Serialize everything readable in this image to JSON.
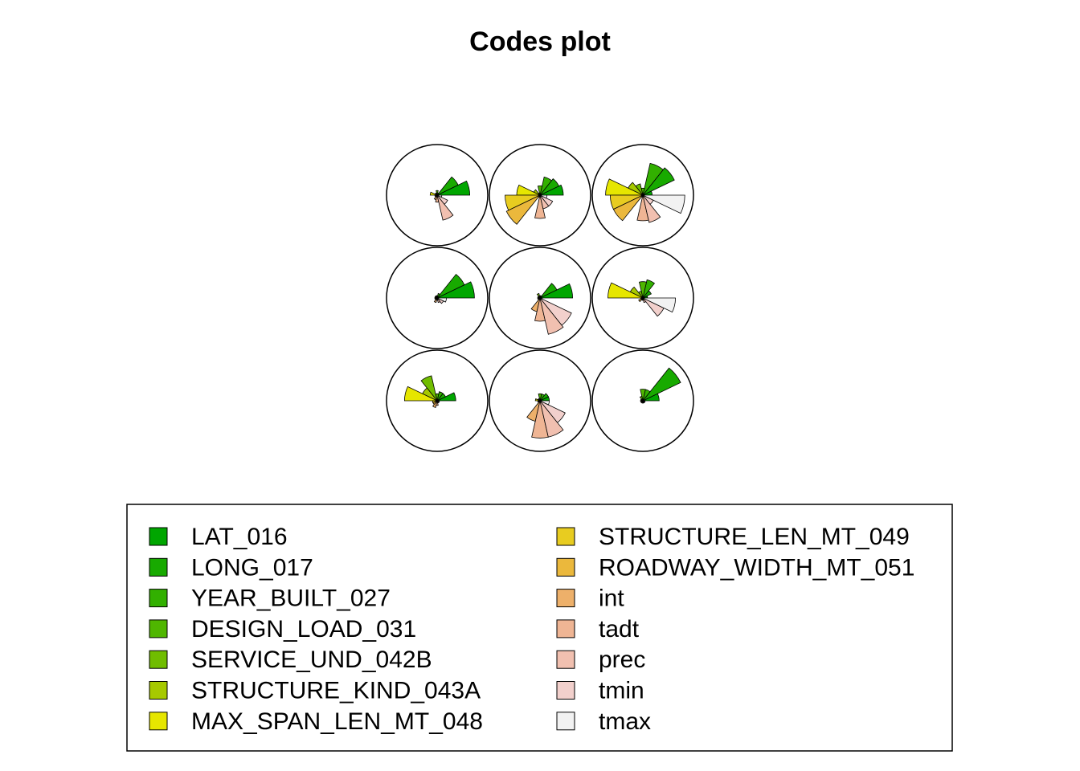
{
  "chart_data": {
    "type": "star-segment",
    "title": "Codes plot",
    "variables": [
      "LAT_016",
      "LONG_017",
      "YEAR_BUILT_027",
      "DESIGN_LOAD_031",
      "SERVICE_UND_042B",
      "STRUCTURE_KIND_043A",
      "MAX_SPAN_LEN_MT_048",
      "STRUCTURE_LEN_MT_049",
      "ROADWAY_WIDTH_MT_051",
      "int",
      "tadt",
      "prec",
      "tmin",
      "tmax"
    ],
    "colors": [
      "#00A600",
      "#18AA00",
      "#32B000",
      "#4FB600",
      "#70BD00",
      "#A6C900",
      "#E6E600",
      "#E8CC20",
      "#EBB83C",
      "#EDB06A",
      "#EFB594",
      "#F1C0B0",
      "#F2D0CC",
      "#F2F2F2"
    ],
    "legend_position": "bottom",
    "grid": false,
    "segment_max": 1.0,
    "segment_start_angle_deg": 0,
    "segment_direction": "counterclockwise",
    "rows": 3,
    "cols": 3,
    "observations": [
      [
        0.7,
        0.5,
        0.05,
        0.1,
        0.05,
        0.05,
        0.15,
        0.05,
        0.05,
        0.1,
        0.15,
        0.55,
        0.25,
        0.1
      ],
      [
        0.5,
        0.45,
        0.4,
        0.2,
        0.05,
        0.15,
        0.5,
        0.75,
        0.8,
        0.05,
        0.5,
        0.3,
        0.3,
        0.15
      ],
      [
        0.2,
        0.75,
        0.7,
        0.15,
        0.25,
        0.35,
        0.8,
        0.7,
        0.7,
        0.05,
        0.55,
        0.6,
        0.25,
        0.9
      ],
      [
        0.8,
        0.65,
        0.1,
        0.05,
        0.05,
        0.05,
        0.05,
        0.05,
        0.05,
        0.1,
        0.05,
        0.1,
        0.15,
        0.2
      ],
      [
        0.7,
        0.4,
        0.05,
        0.05,
        0.1,
        0.05,
        0.05,
        0.05,
        0.05,
        0.3,
        0.5,
        0.8,
        0.75,
        0.05
      ],
      [
        0.1,
        0.2,
        0.4,
        0.35,
        0.15,
        0.3,
        0.75,
        0.05,
        0.1,
        0.05,
        0.05,
        0.1,
        0.5,
        0.7
      ],
      [
        0.4,
        0.2,
        0.2,
        0.15,
        0.55,
        0.35,
        0.7,
        0.1,
        0.1,
        0.15,
        0.1,
        0.05,
        0.05,
        0.05
      ],
      [
        0.2,
        0.2,
        0.15,
        0.15,
        0.05,
        0.05,
        0.1,
        0.05,
        0.05,
        0.45,
        0.8,
        0.8,
        0.6,
        0.2
      ],
      [
        0.35,
        0.9,
        0.25,
        0.25,
        0.1,
        0.05,
        0.05,
        0.05,
        0.05,
        0.05,
        0.05,
        0.05,
        0.05,
        0.05
      ]
    ]
  }
}
